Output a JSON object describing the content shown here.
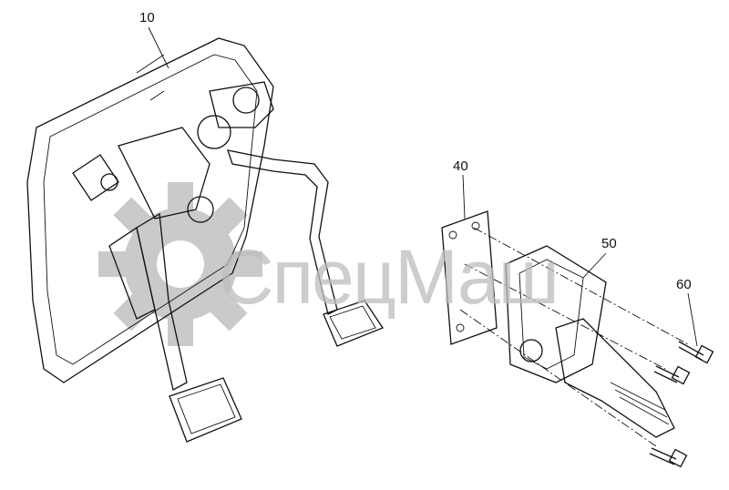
{
  "diagram": {
    "callouts": [
      {
        "id": "c10",
        "label": "10"
      },
      {
        "id": "c40",
        "label": "40"
      },
      {
        "id": "c50",
        "label": "50"
      },
      {
        "id": "c60",
        "label": "60"
      }
    ],
    "watermark": "СпецМаш"
  }
}
